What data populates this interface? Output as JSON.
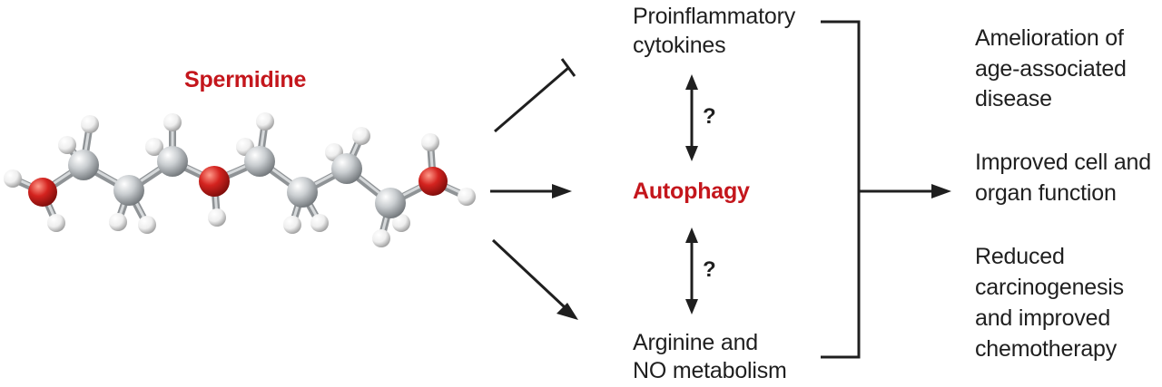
{
  "colors": {
    "accent": "#c4161c",
    "ink": "#1f1f1f",
    "carbon": "#b8bcbf",
    "hydrogen": "#e8e8e8",
    "nitrogen": "#c4161c"
  },
  "molecule": {
    "name": "Spermidine"
  },
  "center": {
    "label": "Autophagy"
  },
  "top": {
    "line1": "Proinflammatory",
    "line2": "cytokines"
  },
  "bottom": {
    "line1": "Arginine and",
    "line2": "NO metabolism"
  },
  "questions": {
    "upper": "?",
    "lower": "?"
  },
  "outcomes": [
    {
      "lines": [
        "Amelioration of",
        "age-associated",
        "disease"
      ]
    },
    {
      "lines": [
        "Improved cell and",
        "organ function"
      ]
    },
    {
      "lines": [
        "Reduced",
        "carcinogenesis",
        "and improved",
        "chemotherapy"
      ]
    }
  ]
}
